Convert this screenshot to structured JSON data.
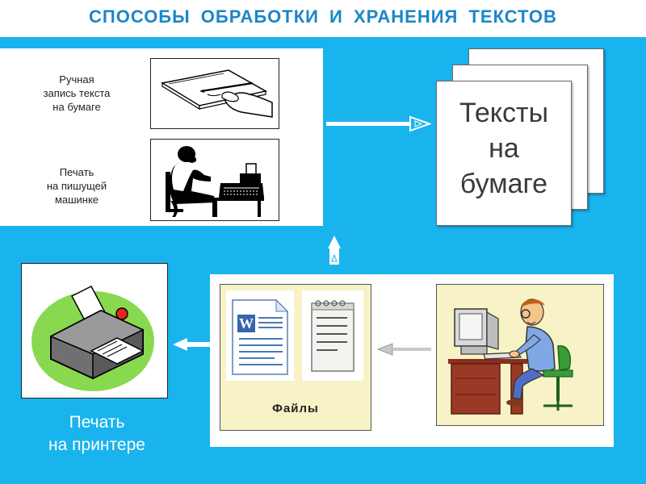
{
  "title": "СПОСОБЫ  ОБРАБОТКИ  И  ХРАНЕНИЯ  ТЕКСТОВ",
  "methods": {
    "handwriting_label": "Ручная\nзапись текста\nна  бумаге",
    "typewriter_label": "Печать\nна  пишущей\nмашинке"
  },
  "paper": {
    "label": "Тексты\nна\nбумаге"
  },
  "printer": {
    "label": "Печать\nна  принтере"
  },
  "files": {
    "label": "Файлы"
  },
  "colors": {
    "background_band": "#19b3ee",
    "title": "#1b86c8",
    "panel_yellow": "#f7f3c6"
  }
}
